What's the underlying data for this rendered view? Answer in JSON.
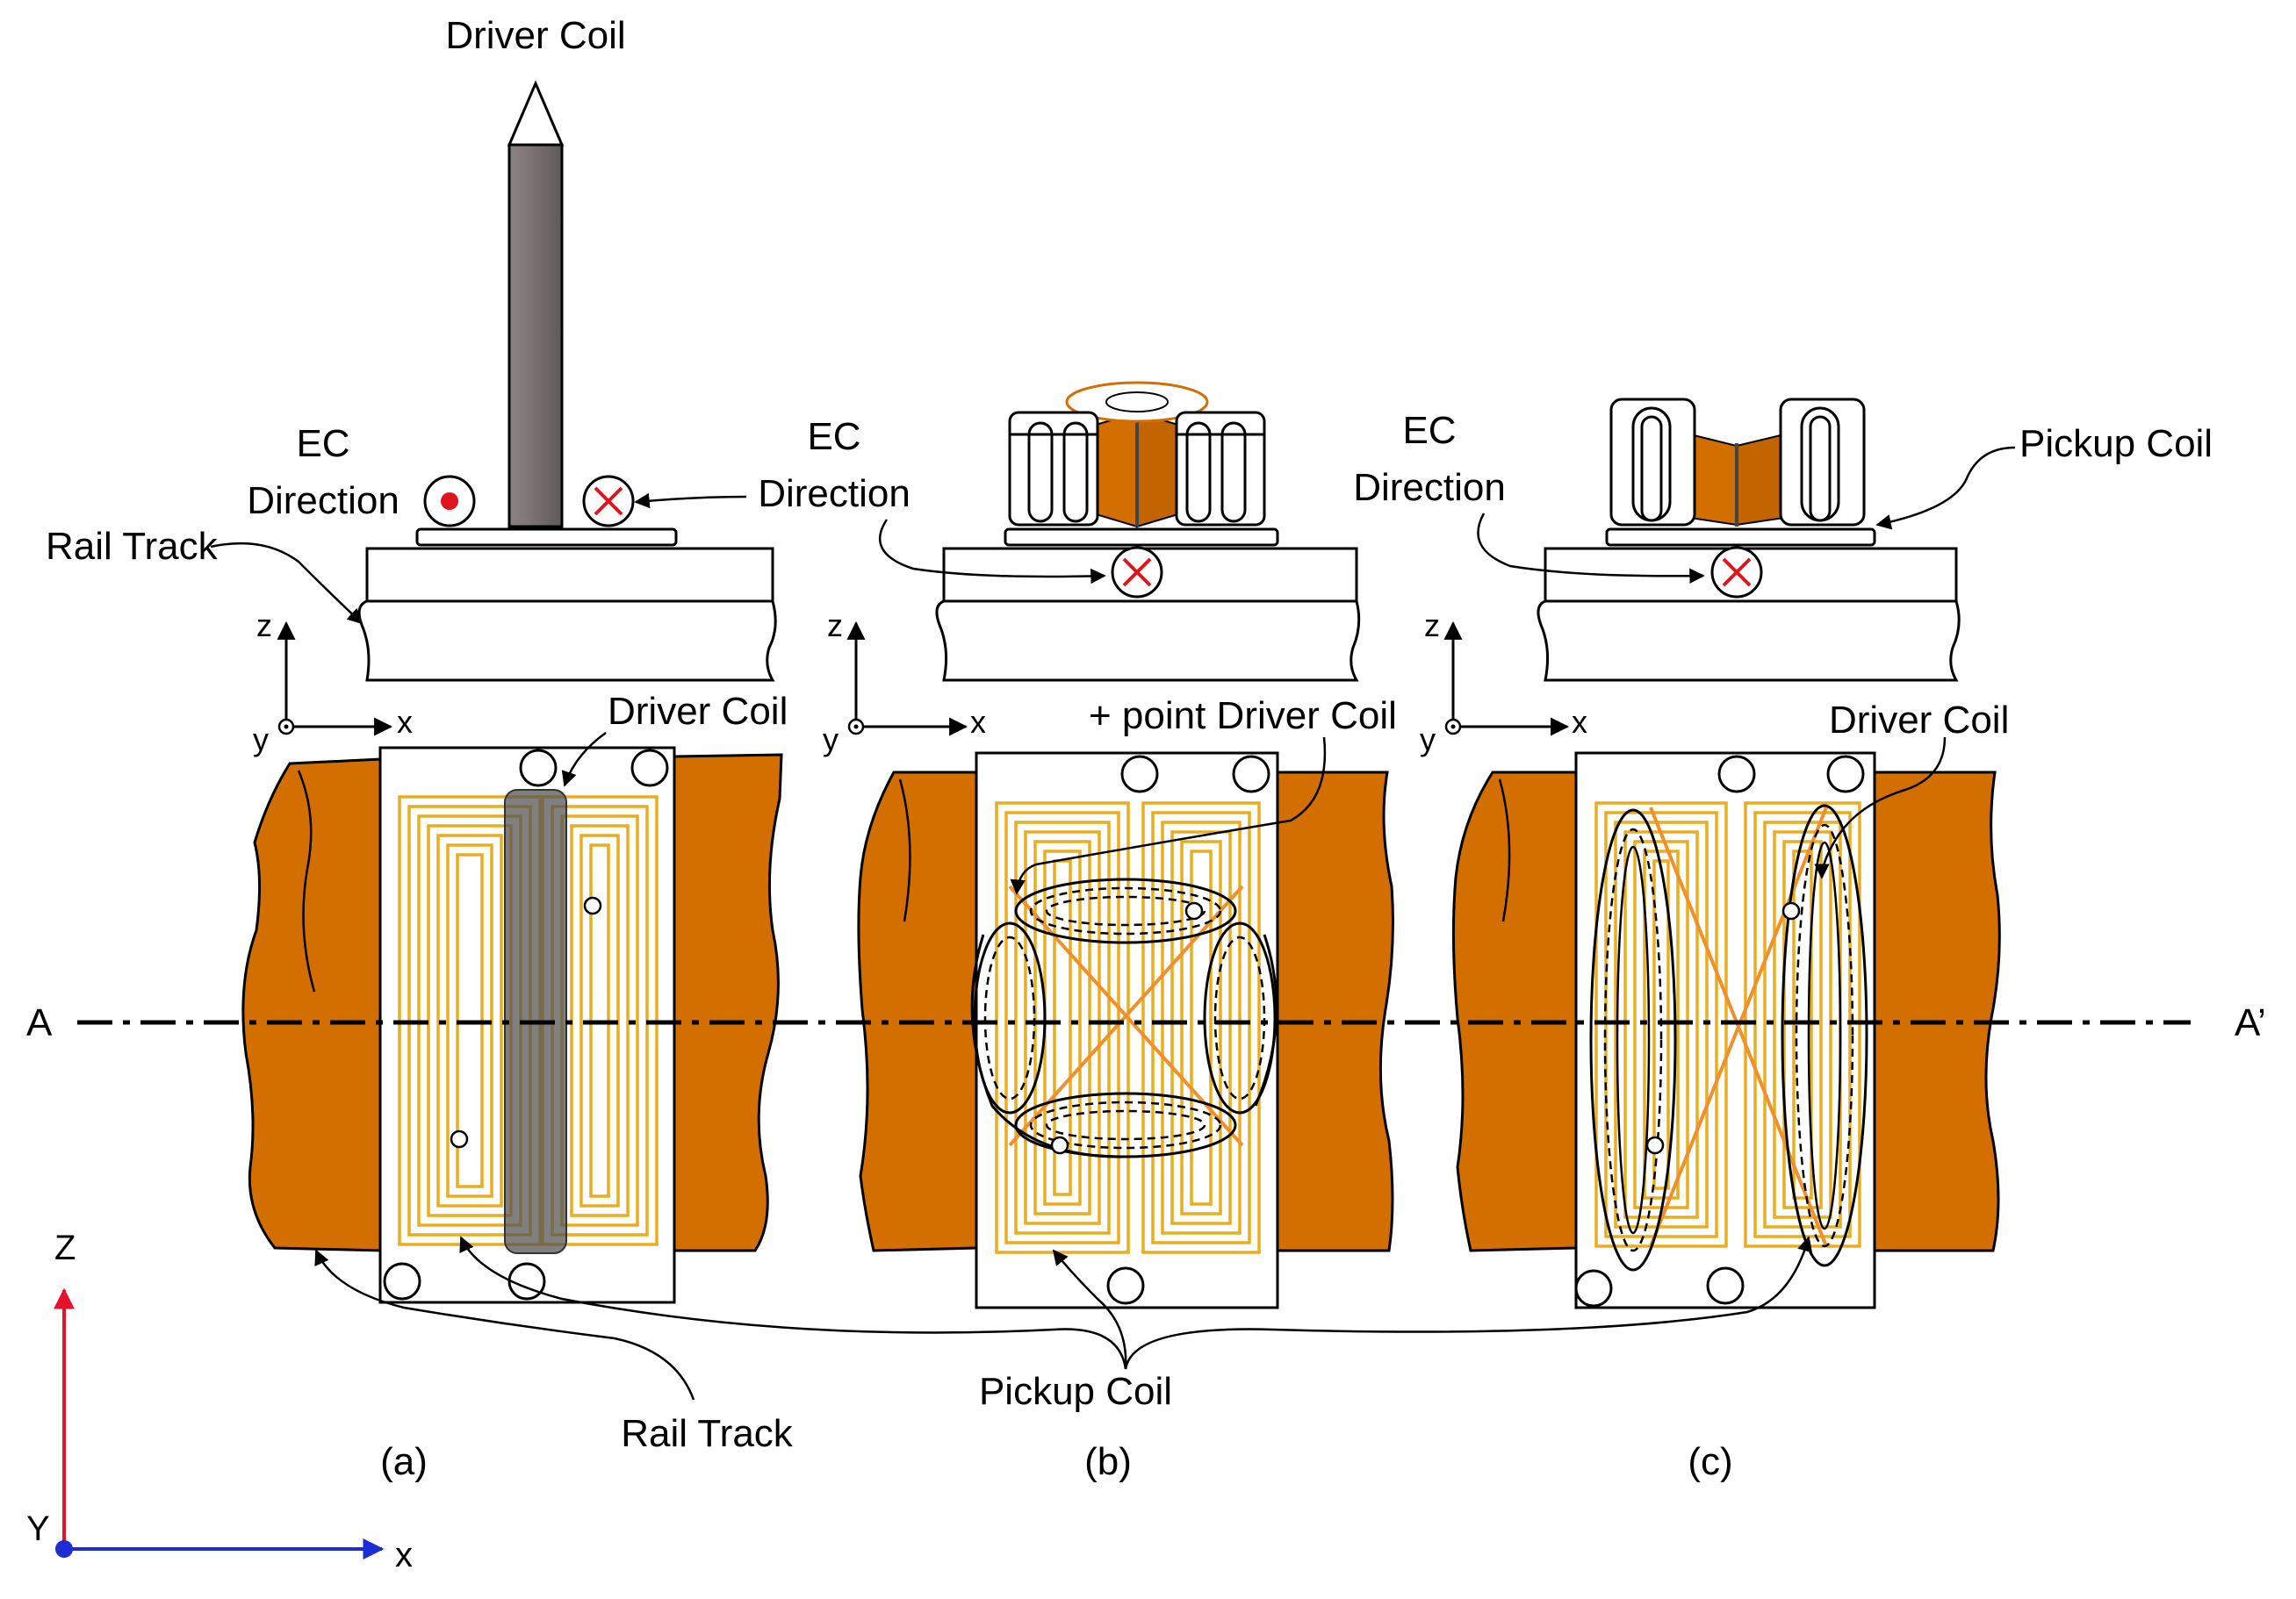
{
  "labels": {
    "driver_coil_top": "Driver Coil",
    "ec_a_line1": "EC",
    "ec_a_line2": "Direction",
    "rail_track_top": "Rail Track",
    "ec_b_line1": "EC",
    "ec_b_line2": "Direction",
    "ec_c_line1": "EC",
    "ec_c_line2": "Direction",
    "pickup_coil_top": "Pickup Coil",
    "driver_coil_a": "Driver Coil",
    "point_driver_coil_b": "+ point Driver Coil",
    "driver_coil_c": "Driver Coil",
    "section_a": "A",
    "section_a_prime": "A’",
    "rail_track_bottom": "Rail Track",
    "pickup_coil_bottom": "Pickup Coil",
    "panel_a": "(a)",
    "panel_b": "(b)",
    "panel_c": "(c)"
  },
  "axes": {
    "local_z": "z",
    "local_x": "x",
    "local_y": "y",
    "global_z": "Z",
    "global_y": "Y",
    "global_x": "x"
  },
  "colors": {
    "rail_fill": "#D36F00",
    "pickup_trace": "#E9AD1E",
    "driver_shaft": "#78706E",
    "cross_wire": "#F0902A",
    "ec_marker": "#E0141E",
    "axis_z_global": "#E8102A",
    "axis_x_global": "#1C2DD6"
  }
}
